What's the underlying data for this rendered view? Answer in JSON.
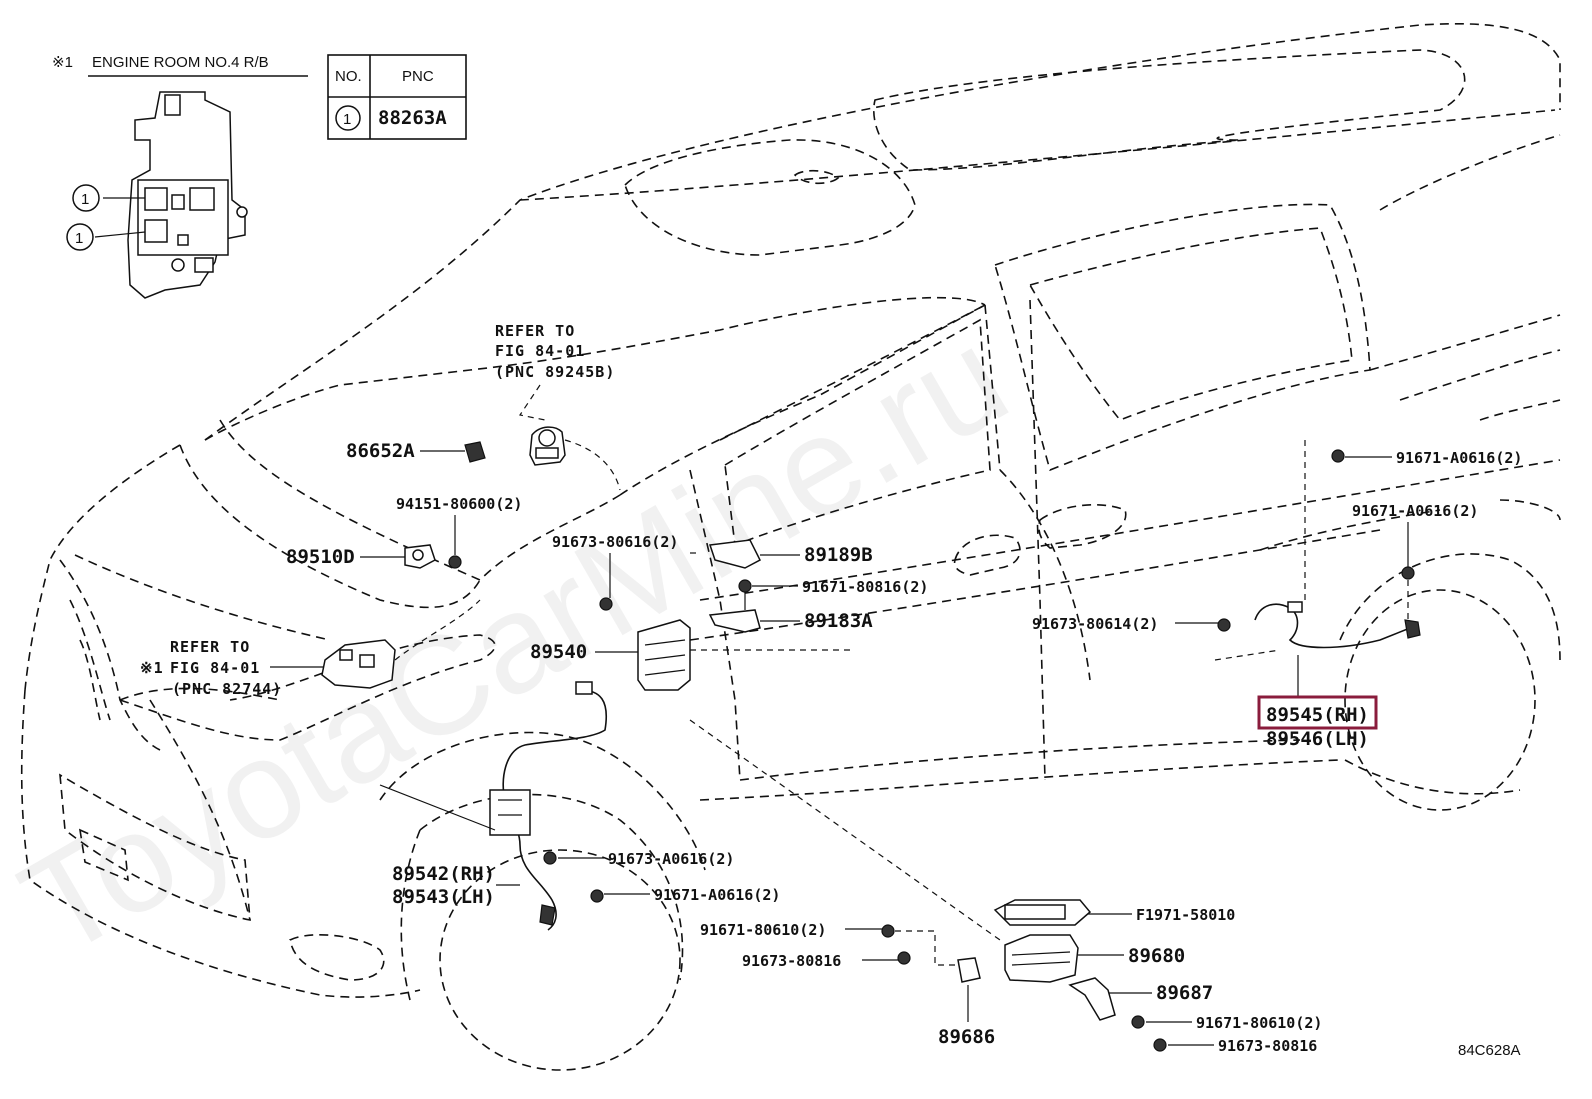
{
  "watermark": "ToyotaCarMine.ru",
  "inset": {
    "mark": "※1",
    "title": "ENGINE ROOM NO.4 R/B",
    "callouts": [
      "1",
      "1"
    ]
  },
  "pnc_table": {
    "headers": [
      "NO.",
      "PNC"
    ],
    "rows": [
      {
        "no": "1",
        "pnc": "88263A"
      }
    ]
  },
  "notes": {
    "refer_top": [
      "REFER TO",
      "FIG 84-01",
      "(PNC 89245B)"
    ],
    "refer_left": [
      "REFER TO",
      "FIG 84-01",
      "(PNC 82744)"
    ],
    "refer_left_mark": "※1"
  },
  "parts": {
    "p86652A": "86652A",
    "p94151": "94151-80600(2)",
    "p89510D": "89510D",
    "p91673_80616": "91673-80616(2)",
    "p89189B": "89189B",
    "p91671_80816": "91671-80816(2)",
    "p89183A": "89183A",
    "p89540": "89540",
    "p91671_A0616_a": "91671-A0616(2)",
    "p91671_A0616_b": "91671-A0616(2)",
    "p91673_80614": "91673-80614(2)",
    "p89545": "89545(RH)",
    "p89546": "89546(LH)",
    "p89542": "89542(RH)",
    "p89543": "89543(LH)",
    "p91673_A0616": "91673-A0616(2)",
    "p91671_A0616_c": "91671-A0616(2)",
    "p91671_80610_a": "91671-80610(2)",
    "p91673_80816_a": "91673-80816",
    "pF1971": "F1971-58010",
    "p89680": "89680",
    "p89687": "89687",
    "p89686": "89686",
    "p91671_80610_b": "91671-80610(2)",
    "p91673_80816_b": "91673-80816"
  },
  "figure_code": "84C628A",
  "highlight_color": "#8a1c3c"
}
